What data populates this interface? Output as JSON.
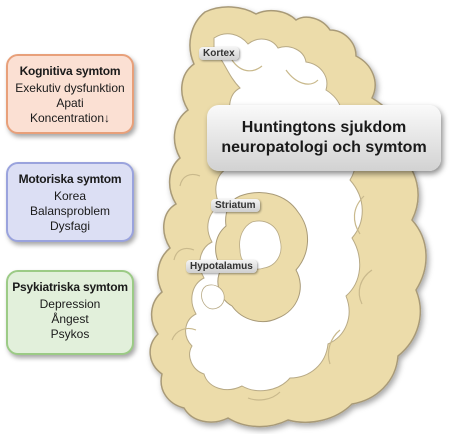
{
  "title": {
    "line1": "Huntingtons sjukdom",
    "line2": "neuropatologi och symtom"
  },
  "regions": {
    "cortex": "Kortex",
    "striatum": "Striatum",
    "hypothalamus": "Hypotalamus"
  },
  "boxes": {
    "cognitive": {
      "title": "Kognitiva symtom",
      "items": [
        "Exekutiv dysfunktion",
        "Apati",
        "Koncentration↓"
      ]
    },
    "motor": {
      "title": "Motoriska symtom",
      "items": [
        "Korea",
        "Balansproblem",
        "Dysfagi"
      ]
    },
    "psychiatric": {
      "title": "Psykiatriska symtom",
      "items": [
        "Depression",
        "Ångest",
        "Psykos"
      ]
    }
  },
  "colors": {
    "brain_fill": "#ecdcaa",
    "brain_edge": "#a89a78",
    "cognitive_bg": "#fbe0d3",
    "motor_bg": "#dcdff4",
    "psychiatric_bg": "#e2f0db"
  }
}
